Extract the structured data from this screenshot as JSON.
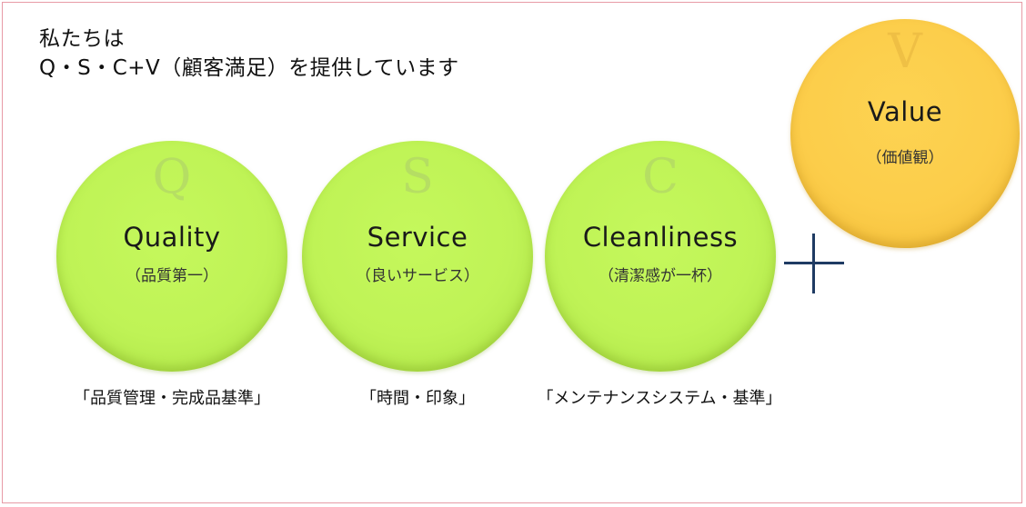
{
  "heading": {
    "line1": "私たちは",
    "line2": "Q・S・C+V（顧客満足）を提供しています"
  },
  "circles": [
    {
      "letter": "Q",
      "title": "Quality",
      "subtitle": "（品質第一）",
      "caption": "「品質管理・完成品基準」"
    },
    {
      "letter": "S",
      "title": "Service",
      "subtitle": "（良いサービス）",
      "caption": "「時間・印象」"
    },
    {
      "letter": "C",
      "title": "Cleanliness",
      "subtitle": "（清潔感が一杯）",
      "caption": "「メンテナンスシステム・基準」"
    }
  ],
  "value": {
    "letter": "V",
    "title": "Value",
    "subtitle": "（価値観）"
  },
  "colors": {
    "green_circle": "#bff356",
    "gold_circle": "#fccd4a",
    "plus_sign": "#1f3b63",
    "frame_border": "#e79aa6"
  },
  "icons": {
    "plus": "plus-icon"
  }
}
